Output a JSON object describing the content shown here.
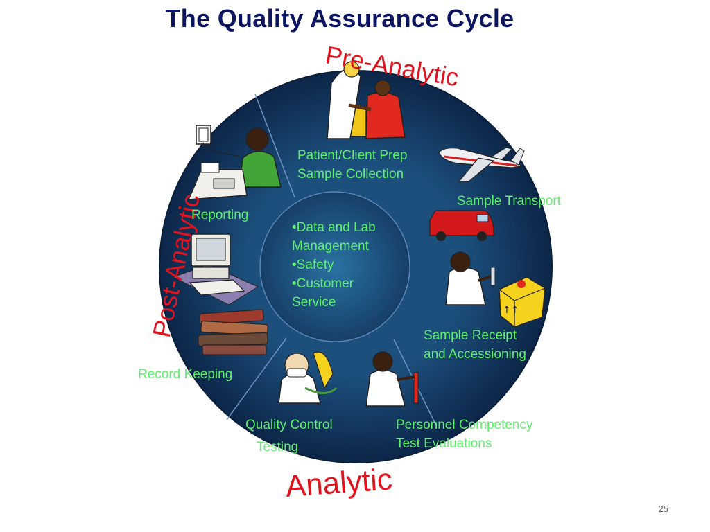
{
  "title": "The Quality Assurance Cycle",
  "phases": {
    "pre": "Pre-Analytic",
    "post": "Post-Analytic",
    "analytic": "Analytic"
  },
  "center_items": [
    "•Data and Lab",
    "Management",
    "•Safety",
    "•Customer",
    "Service"
  ],
  "steps": {
    "prep_line1": "Patient/Client Prep",
    "prep_line2": "Sample Collection",
    "transport": "Sample Transport",
    "receipt_line1": "Sample Receipt",
    "receipt_line2": "and Accessioning",
    "personnel_line1": "Personnel Competency",
    "personnel_line2": "Test Evaluations",
    "qc_line1": "Quality Control",
    "qc_line2": "Testing",
    "record": "Record Keeping",
    "reporting": "Reporting"
  },
  "page_number": "25",
  "colors": {
    "title": "#0b1560",
    "phase": "#e0141f",
    "label": "#5ef06c",
    "ring_outer": "#0e2d52",
    "ring_inner": "#1f5d8a"
  },
  "icons": [
    "phlebotomy-clipart",
    "airplane-clipart",
    "van-clipart",
    "lab-technician-clipart",
    "box-clipart",
    "scientist-clipart",
    "masked-worker-clipart",
    "books-clipart",
    "computer-clipart",
    "reporter-fax-clipart",
    "telephone-clipart"
  ]
}
